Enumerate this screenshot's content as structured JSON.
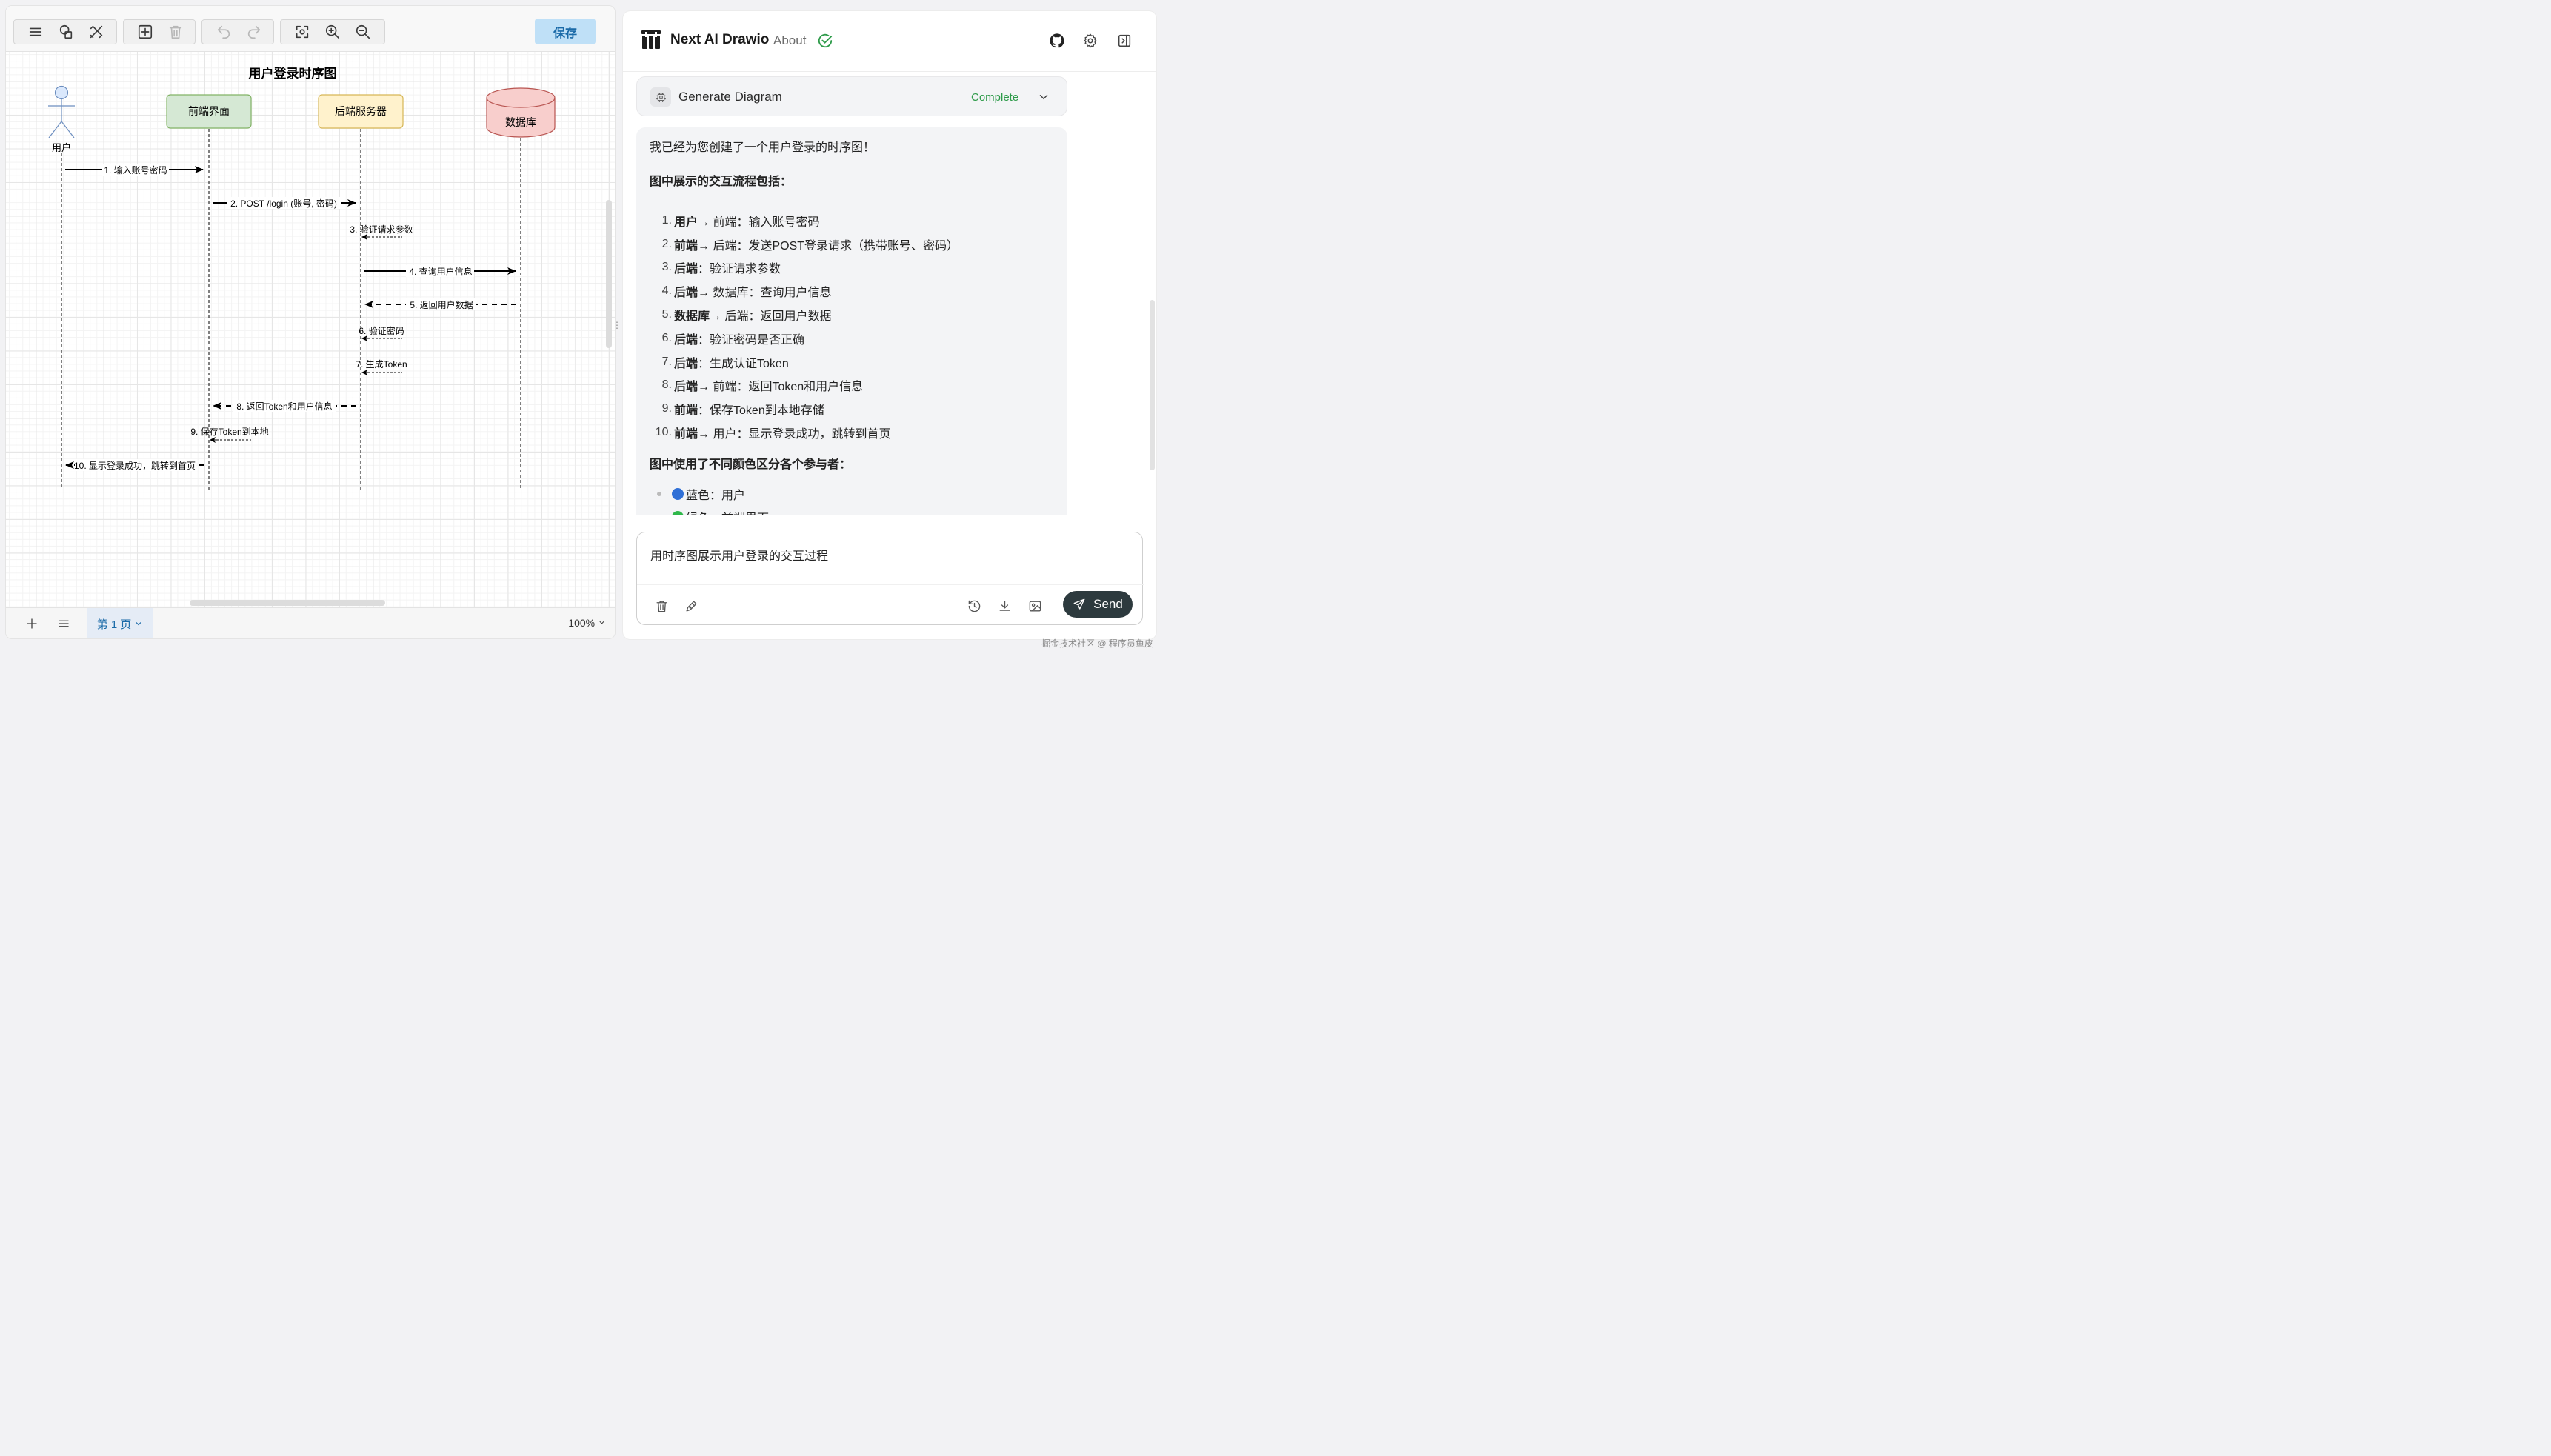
{
  "toolbar": {
    "save_label": "保存"
  },
  "diagram": {
    "title": "用户登录时序图",
    "participants": {
      "user": "用户",
      "frontend": "前端界面",
      "backend": "后端服务器",
      "database": "数据库"
    },
    "messages": {
      "m1": "1. 输入账号密码",
      "m2": "2. POST /login (账号, 密码)",
      "m3": "3. 验证请求参数",
      "m4": "4. 查询用户信息",
      "m5": "5. 返回用户数据",
      "m6": "6. 验证密码",
      "m7": "7. 生成Token",
      "m8": "8. 返回Token和用户信息",
      "m9": "9. 保存Token到本地",
      "m10": "10. 显示登录成功，跳转到首页"
    },
    "colors": {
      "user": "#dae8fc",
      "frontend": "#d5e8d4",
      "backend": "#fff2cc",
      "database": "#f8cecc"
    }
  },
  "statusbar": {
    "page_tab": "第 1 页",
    "zoom": "100%"
  },
  "header": {
    "app_title": "Next AI Drawio",
    "about": "About"
  },
  "tool_card": {
    "label": "Generate Diagram",
    "status": "Complete"
  },
  "message": {
    "intro": "我已经为您创建了一个用户登录的时序图！",
    "flow_heading": "图中展示的交互流程包括：",
    "steps": [
      {
        "num": "1.",
        "actor": "用户",
        "text": " → 前端：输入账号密码"
      },
      {
        "num": "2.",
        "actor": "前端",
        "text": " → 后端：发送POST登录请求（携带账号、密码）"
      },
      {
        "num": "3.",
        "actor": "后端",
        "text": "：验证请求参数"
      },
      {
        "num": "4.",
        "actor": "后端",
        "text": " → 数据库：查询用户信息"
      },
      {
        "num": "5.",
        "actor": "数据库",
        "text": " → 后端：返回用户数据"
      },
      {
        "num": "6.",
        "actor": "后端",
        "text": "：验证密码是否正确"
      },
      {
        "num": "7.",
        "actor": "后端",
        "text": "：生成认证Token"
      },
      {
        "num": "8.",
        "actor": "后端",
        "text": " → 前端：返回Token和用户信息"
      },
      {
        "num": "9.",
        "actor": "前端",
        "text": "：保存Token到本地存储"
      },
      {
        "num": "10.",
        "actor": "前端",
        "text": " → 用户：显示登录成功，跳转到首页"
      }
    ],
    "color_heading": "图中使用了不同颜色区分各个参与者：",
    "colors": [
      {
        "text": "蓝色：用户",
        "color": "#2f6fd6"
      },
      {
        "text": "绿色：前端界面",
        "color": "#2fb84a"
      }
    ]
  },
  "input": {
    "value": "用时序图展示用户登录的交互过程",
    "send_label": "Send"
  },
  "watermark": "掘金技术社区 @ 程序员鱼皮"
}
